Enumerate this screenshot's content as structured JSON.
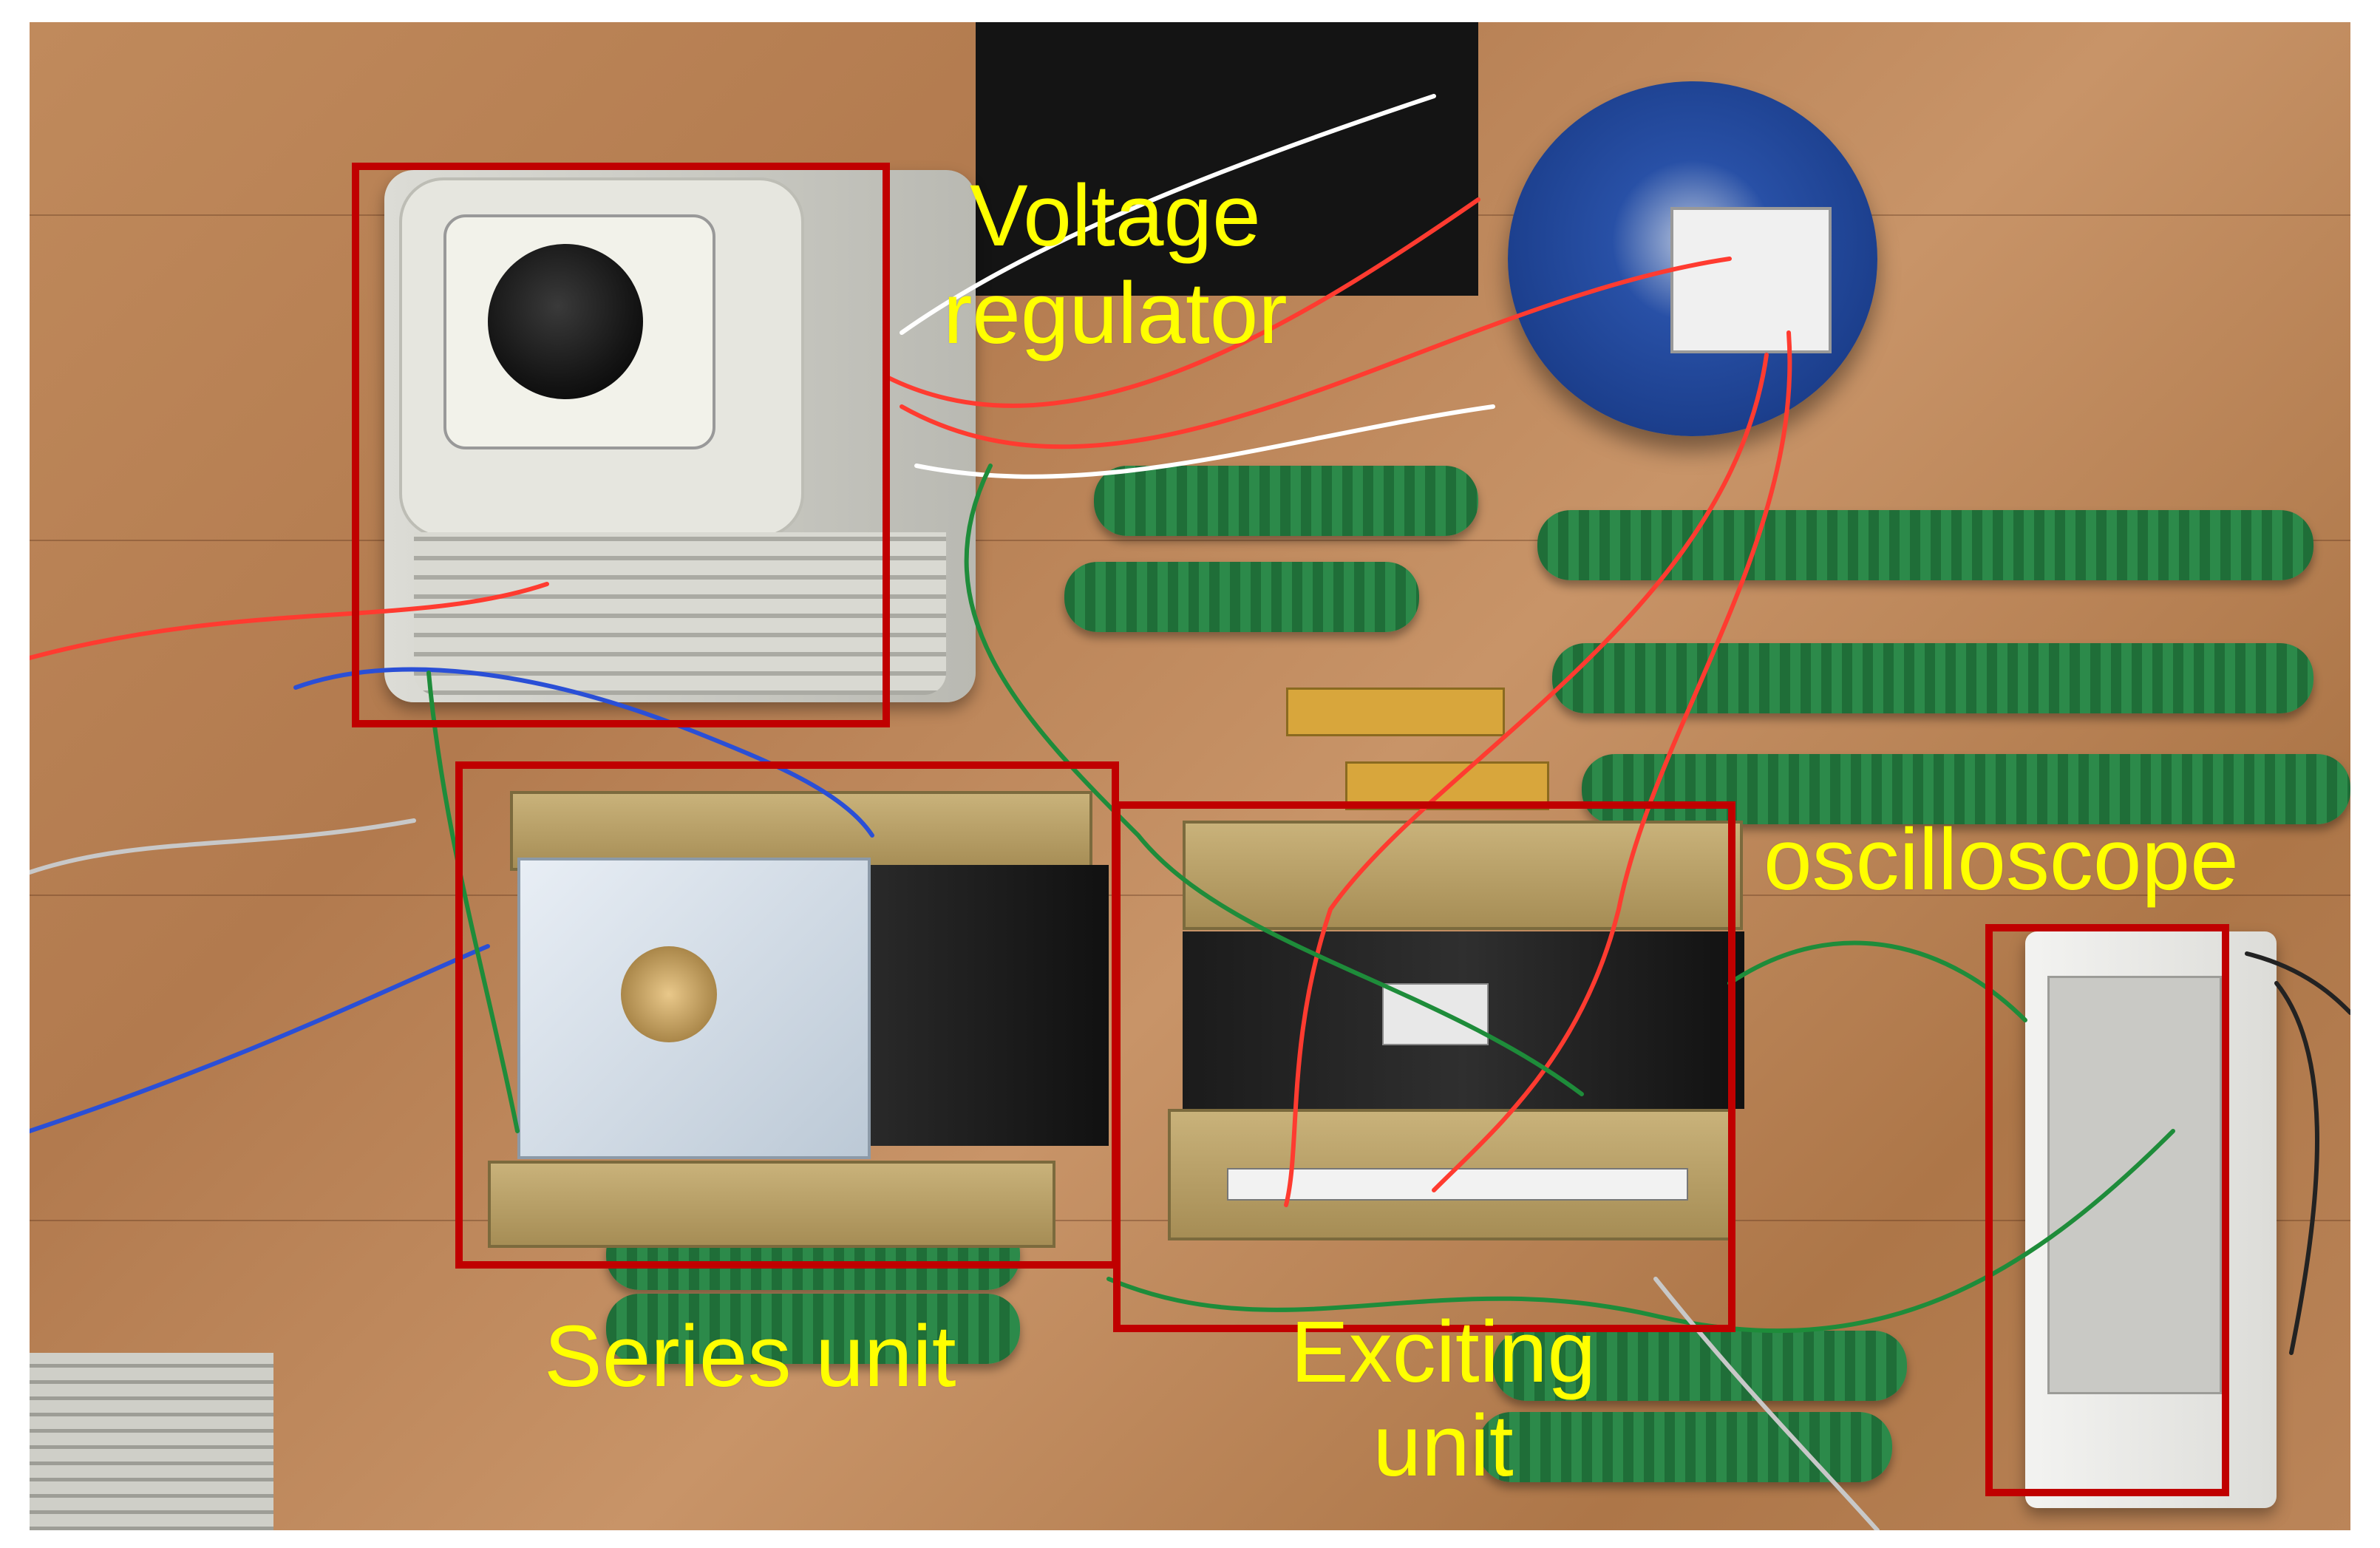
{
  "labels": {
    "voltage_regulator": "Voltage\nregulator",
    "series_unit": "Series unit",
    "exciting_unit": "Exciting\nunit",
    "oscilloscope": "oscilloscope"
  },
  "colors": {
    "label_text": "#ffff00",
    "highlight_box": "#c00000",
    "floor": "#b8825a",
    "resistor_green": "#2c8a4a",
    "wire_red": "#ff3b30",
    "wire_blue": "#2a4fd6",
    "wire_green": "#1e8c3a"
  },
  "objects": [
    "variac-voltage-regulator",
    "series-transformer",
    "exciting-transformer",
    "handheld-oscilloscope",
    "wirewound-resistors",
    "cable-spool",
    "circuit-breaker"
  ]
}
